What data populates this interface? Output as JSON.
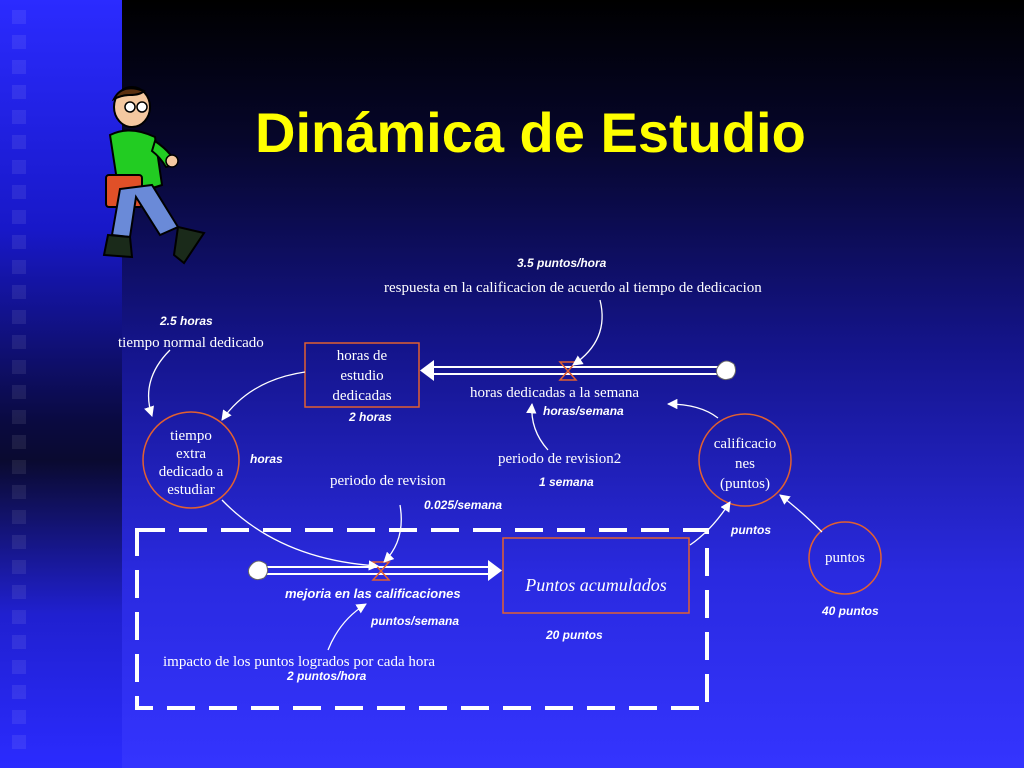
{
  "title": "Dinámica de Estudio",
  "stocks": {
    "horas_estudio": {
      "line1": "horas de",
      "line2": "estudio",
      "line3": "dedicadas",
      "value": "2 horas"
    },
    "puntos_acumulados": {
      "label": "Puntos acumulados",
      "value": "20 puntos"
    }
  },
  "flows": {
    "horas_dedicadas": {
      "label": "horas dedicadas a la semana",
      "unit": "horas/semana"
    },
    "mejoria": {
      "label": "mejoria en las calificaciones",
      "unit": "puntos/semana"
    }
  },
  "auxiliaries": {
    "respuesta": {
      "label": "respuesta en la calificacion de acuerdo al tiempo de dedicacion",
      "value": "3.5 puntos/hora"
    },
    "tiempo_normal": {
      "label": "tiempo normal dedicado",
      "value": "2.5 horas"
    },
    "tiempo_extra": {
      "line1": "tiempo",
      "line2": "extra",
      "line3": "dedicado a",
      "line4": "estudiar",
      "unit": "horas"
    },
    "periodo_revision": {
      "label": "periodo de revision",
      "value": "0.025/semana"
    },
    "periodo_revision2": {
      "label": "periodo de revision2",
      "value": "1 semana"
    },
    "calificaciones": {
      "line1": "calificacio",
      "line2": "nes",
      "line3": "(puntos)",
      "unit": "puntos"
    },
    "puntos": {
      "label": "puntos",
      "value": "40 puntos"
    },
    "impacto": {
      "label": "impacto de los puntos logrados por cada hora",
      "value": "2 puntos/hora"
    }
  },
  "colors": {
    "title": "#ffff00",
    "node_border": "#e26030",
    "arrow": "#ffffff",
    "background": "#2b2bff"
  }
}
